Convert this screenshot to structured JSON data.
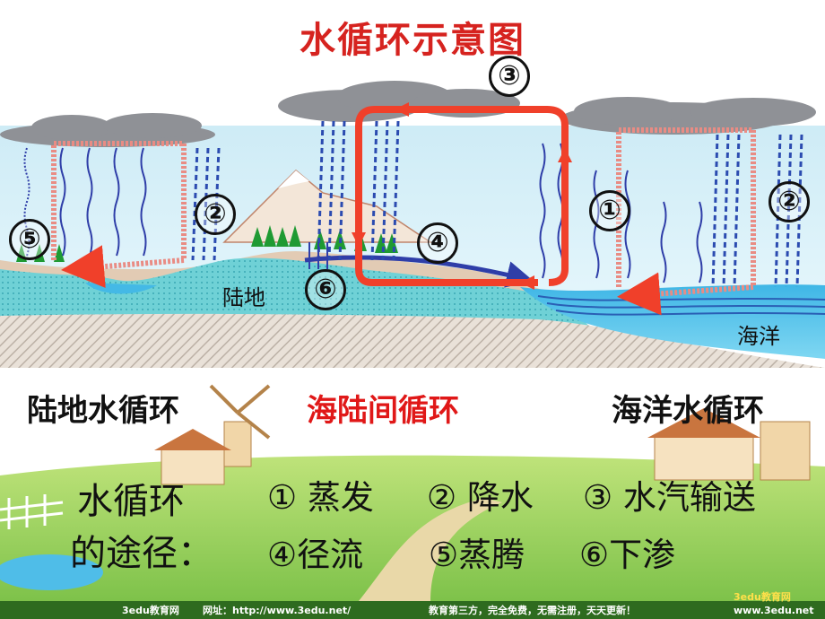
{
  "title": "水循环示意图",
  "labels": {
    "land": "陆地",
    "ocean": "海洋"
  },
  "cycles": {
    "land": "陆地水循环",
    "sea_land": "海陆间循环",
    "ocean": "海洋水循环"
  },
  "markers": [
    "①",
    "②",
    "②",
    "③",
    "④",
    "⑤",
    "⑥"
  ],
  "legend": {
    "heading_line1": "水循环",
    "heading_line2": "的途径：",
    "items": [
      "① 蒸发",
      "② 降水",
      "③ 水汽输送",
      "④径流",
      "⑤蒸腾",
      "⑥下渗"
    ]
  },
  "footer": {
    "brand": "3edu教育网",
    "site": "网址：http://www.3edu.net/",
    "slogan": "教育第三方，完全免费，无需注册，天天更新！",
    "logo_text": "3edu教育网",
    "logo_url": "www.3edu.net"
  },
  "colors": {
    "cycle_arrow": "#f0402a",
    "sky": "#9fd6ea",
    "water": "#4fc3ea",
    "evaporation": "#2f3ea8",
    "precip": "#2b4bb0"
  }
}
